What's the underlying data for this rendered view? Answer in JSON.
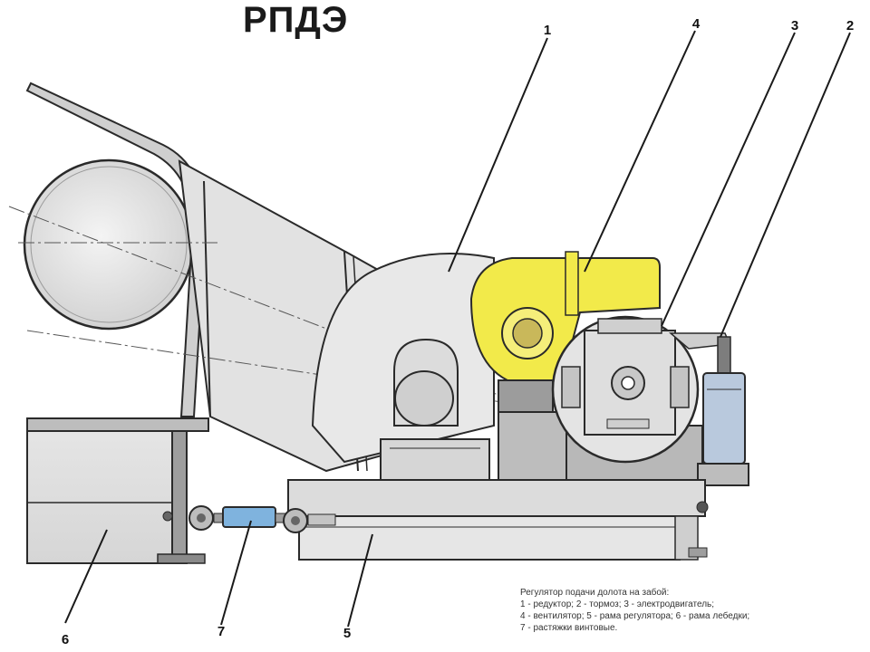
{
  "title": "РПДЭ",
  "callouts": [
    {
      "id": "1",
      "label": "1"
    },
    {
      "id": "2",
      "label": "2"
    },
    {
      "id": "3",
      "label": "3"
    },
    {
      "id": "4",
      "label": "4"
    },
    {
      "id": "5",
      "label": "5"
    },
    {
      "id": "6",
      "label": "6"
    },
    {
      "id": "7",
      "label": "7"
    }
  ],
  "legend": {
    "heading": "Регулятор подачи долота на забой:",
    "lines": [
      "1 - редуктор; 2 - тормоз; 3 - электродвигатель;",
      "4 - вентилятор; 5 - рама регулятора; 6 - рама лебедки;",
      "7 - растяжки винтовые."
    ]
  },
  "colors": {
    "line": "#2a2a2a",
    "fill_light": "#ececec",
    "fill_mid": "#d8d8d8",
    "fan_yellow": "#f2ea4a",
    "brake_blue": "#b9c9dd",
    "turnbuckle_blue": "#7fb3de"
  }
}
